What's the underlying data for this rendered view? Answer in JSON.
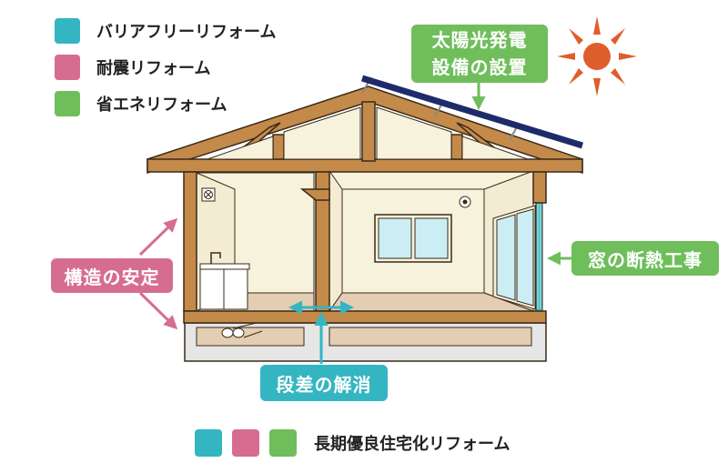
{
  "colors": {
    "barrier_free": "#34b5c2",
    "seismic": "#d66d91",
    "energy": "#6fbe5b",
    "wood": "#c48a4a",
    "wood_edge": "#3a2a1a",
    "wall": "#f7f2dc",
    "floor": "#e3cdb3",
    "window": "#cbeef4",
    "sun": "#e05d2c",
    "solar_panel": "#1d2b6b"
  },
  "legend": [
    {
      "label": "バリアフリーリフォーム",
      "color_key": "barrier_free"
    },
    {
      "label": "耐震リフォーム",
      "color_key": "seismic"
    },
    {
      "label": "省エネリフォーム",
      "color_key": "energy"
    }
  ],
  "callouts": {
    "solar": {
      "lines": [
        "太陽光発電",
        "設備の設置"
      ],
      "category": "energy"
    },
    "window_insulation": {
      "label": "窓の断熱工事",
      "category": "energy"
    },
    "structure": {
      "label": "構造の安定",
      "category": "seismic"
    },
    "step": {
      "label": "段差の解消",
      "category": "barrier_free"
    }
  },
  "bottom_legend": {
    "colors": [
      "barrier_free",
      "seismic",
      "energy"
    ],
    "label": "長期優良住宅化リフォーム"
  }
}
